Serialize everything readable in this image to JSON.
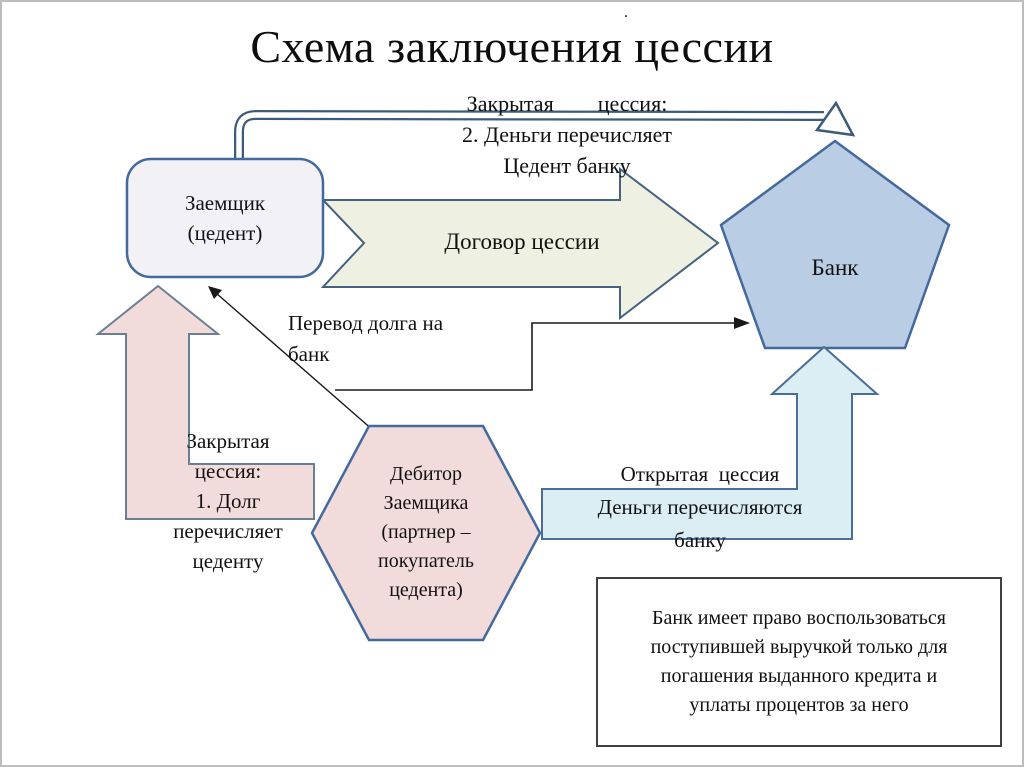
{
  "title": "Схема заключения цессии",
  "stray_dot": ".",
  "colors": {
    "shape_border": "#44699c",
    "tube_stroke": "#3d5a78",
    "tube_inner": "#ffffff",
    "borrower_fill": "#f1f1f6",
    "bank_fill": "#b9cde4",
    "contract_fill": "#eef0e1",
    "contract_border": "#44617f",
    "pink_fill": "#f2dcdb",
    "pink_border": "#6b7f94",
    "open_fill": "#daeef3",
    "open_border": "#4a6d99",
    "line_color": "#1a1a1a",
    "note_border": "#404040"
  },
  "closed_cession_2": {
    "line1": "Закрытая        цессия:",
    "line2": "2. Деньги перечисляет",
    "line3": "Цедент банку"
  },
  "borrower": {
    "line1": "Заемщик",
    "line2": "(цедент)"
  },
  "contract_arrow": {
    "label": "Договор  цессии"
  },
  "bank": {
    "label": "Банк"
  },
  "debt_transfer": {
    "line1": "Перевод долга на",
    "line2": "банк"
  },
  "closed_cession_1": {
    "line1": "Закрытая",
    "line2": "цессия:",
    "line3": "1. Долг",
    "line4": "перечисляет",
    "line5": "цеденту"
  },
  "debtor": {
    "line1": "Дебитор",
    "line2": "Заемщика",
    "line3": "(партнер –",
    "line4": "покупатель",
    "line5": "цедента)"
  },
  "open_cession": {
    "line1": "Открытая  цессия",
    "line2": "Деньги перечисляются",
    "line3": "банку"
  },
  "note": {
    "line1": "Банк имеет право воспользоваться",
    "line2": "поступившей выручкой только для",
    "line3": "погашения выданного кредита и",
    "line4": "уплаты процентов за него"
  }
}
